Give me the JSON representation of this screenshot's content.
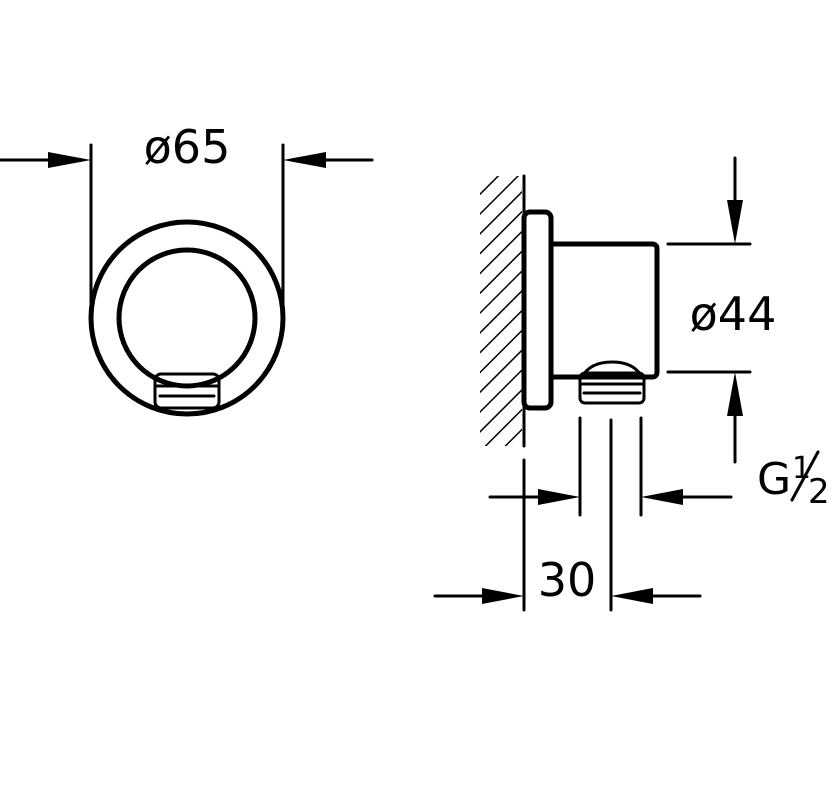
{
  "drawing": {
    "front_view": {
      "diameter_label": "ø65"
    },
    "side_view": {
      "diameter_label": "ø44",
      "thread_label_prefix": "G",
      "thread_label_fraction_num": "1",
      "thread_label_fraction_den": "2",
      "depth_label": "30"
    }
  }
}
